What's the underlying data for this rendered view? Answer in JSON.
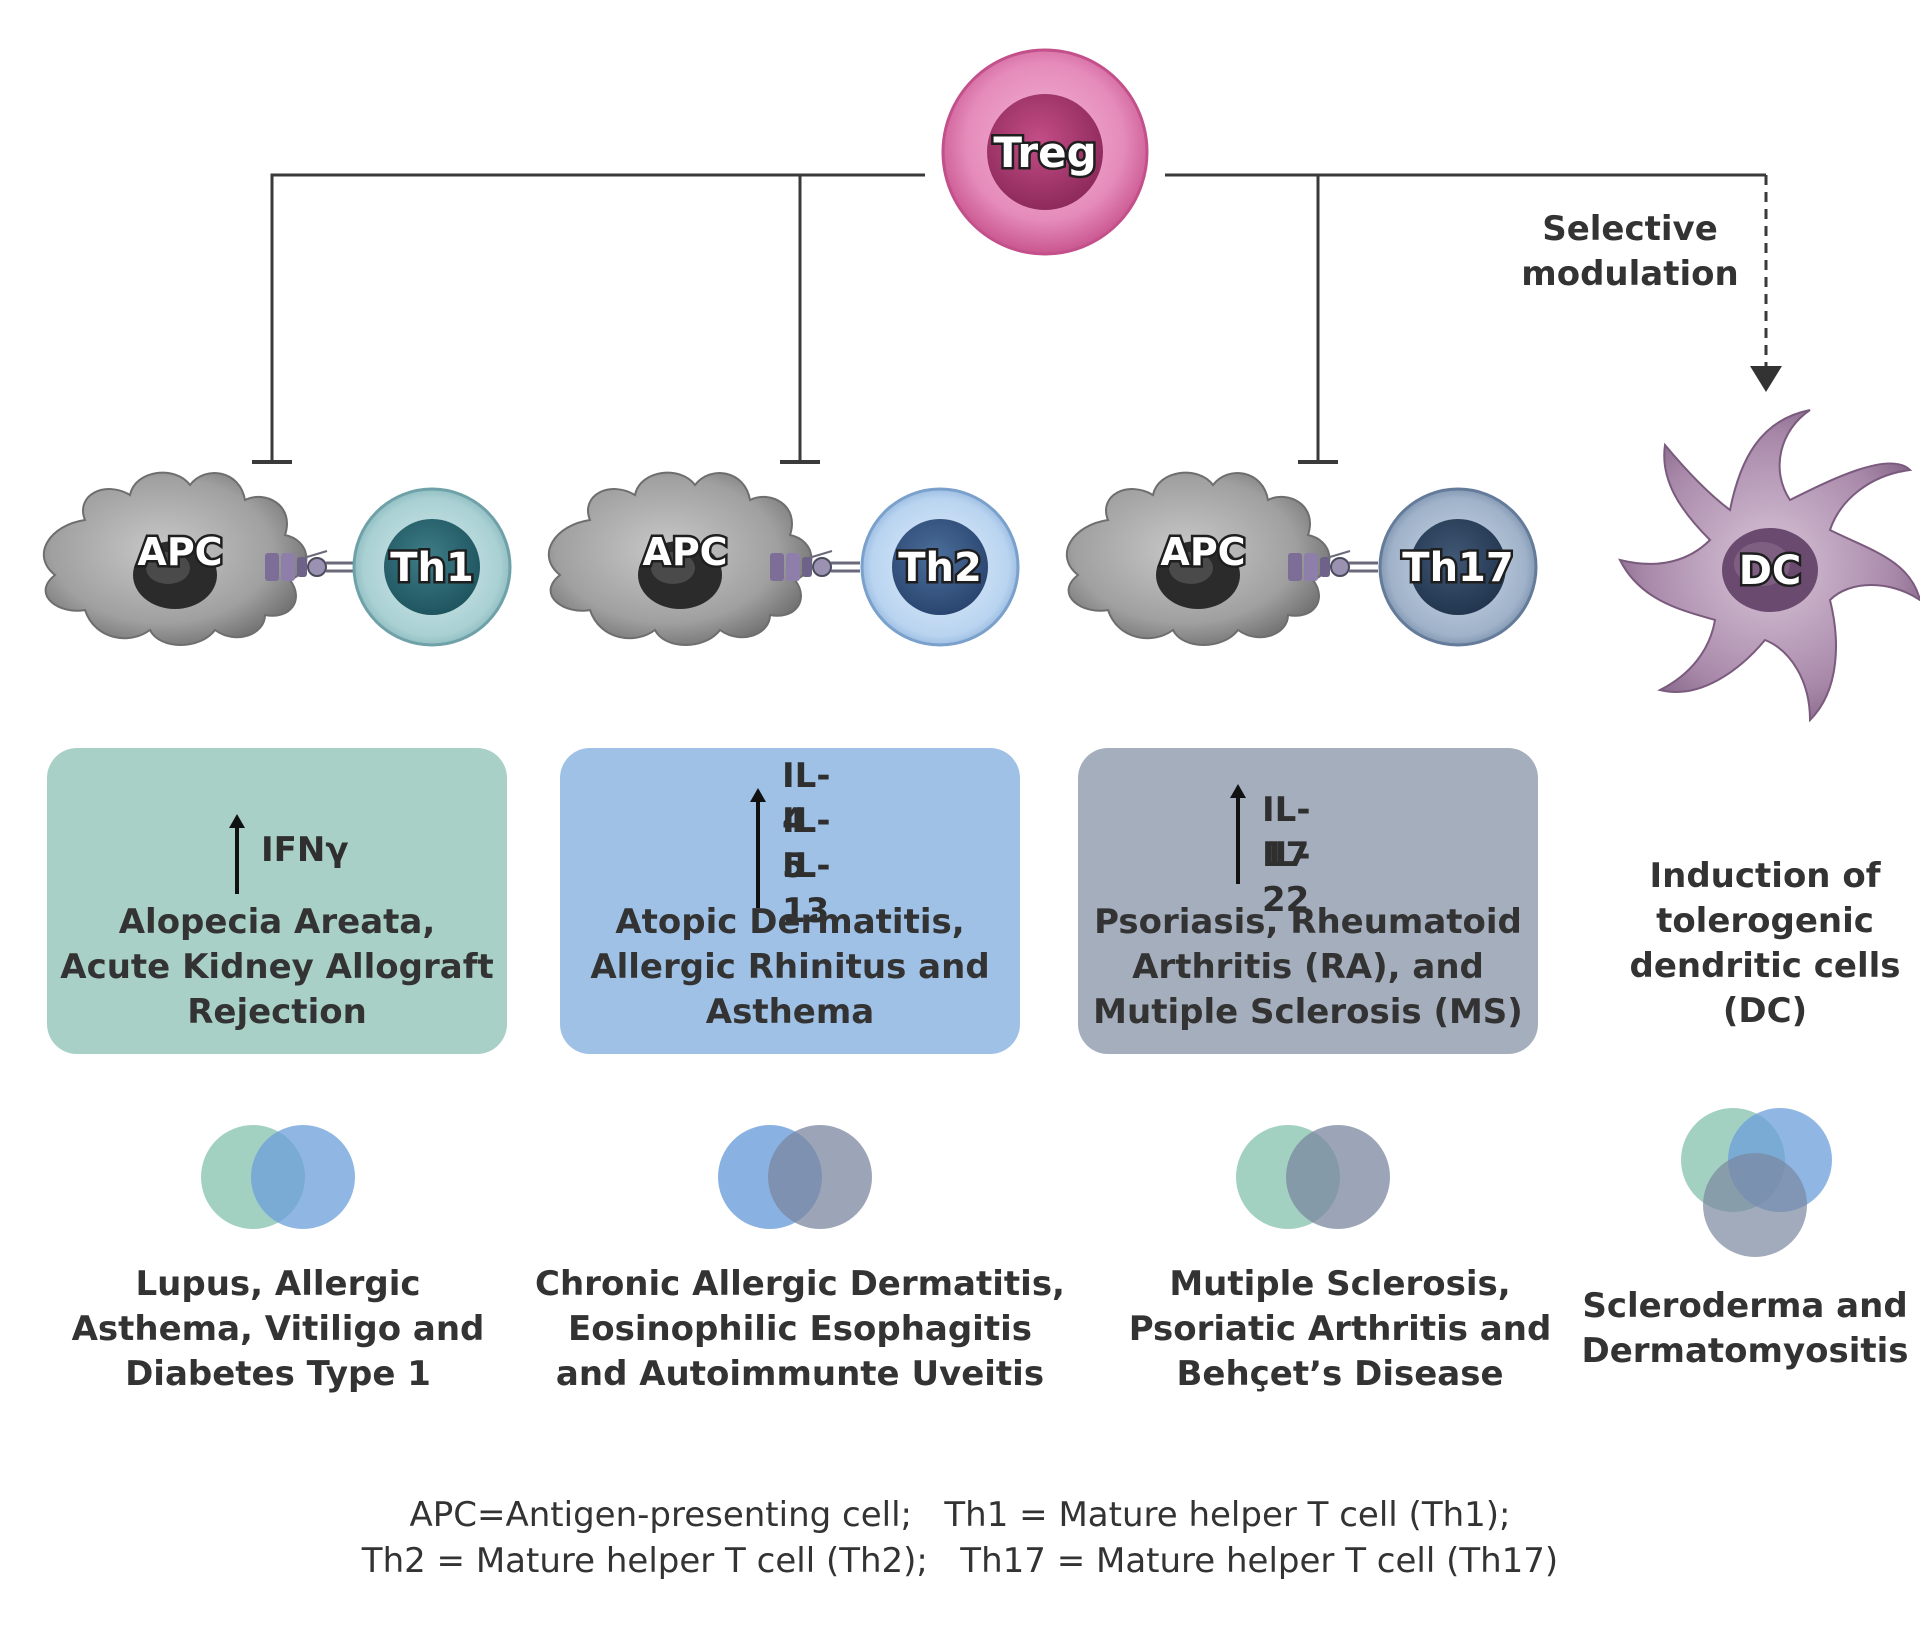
{
  "colors": {
    "th1_box": "#a9d0c6",
    "th2_box": "#9fc1e6",
    "th17_box": "#a4aebd",
    "treg": "#d96aa6",
    "teal_circle": "#8cc6b2",
    "blue_circle": "#6b9edb",
    "slate_circle": "#7b879f",
    "dc": "#9a7b9c",
    "apc": "#8f8f8f"
  },
  "cells": {
    "treg": "Treg",
    "apc": "APC",
    "th1": "Th1",
    "th2": "Th2",
    "th17": "Th17",
    "dc": "DC"
  },
  "selective_modulation": [
    "Selective",
    "modulation"
  ],
  "boxes": [
    {
      "cytokines": [
        "IFNγ"
      ],
      "disease": [
        "Alopecia Areata,",
        "Acute Kidney Allograft",
        "Rejection"
      ]
    },
    {
      "cytokines": [
        "IL-4",
        "IL-5",
        "IL-13"
      ],
      "disease": [
        "Atopic Dermatitis,",
        "Allergic Rhinitus and",
        "Asthema"
      ]
    },
    {
      "cytokines": [
        "IL-17",
        "IL-22"
      ],
      "disease": [
        "Psoriasis, Rheumatoid",
        "Arthritis (RA), and",
        "Mutiple Sclerosis (MS)"
      ]
    }
  ],
  "dc_outcome": [
    "Induction of",
    "tolerogenic",
    "dendritic cells",
    "(DC)"
  ],
  "overlaps": [
    [
      "Lupus, Allergic",
      "Asthema, Vitiligo and",
      "Diabetes Type 1"
    ],
    [
      "Chronic Allergic Dermatitis,",
      "Eosinophilic Esophagitis",
      "and Autoimmunte Uveitis"
    ],
    [
      "Mutiple Sclerosis,",
      "Psoriatic Arthritis and",
      "Behçet’s Disease"
    ],
    [
      "Scleroderma and",
      "Dermatomyositis"
    ]
  ],
  "footnote": [
    "APC=Antigen-presenting cell;   Th1 = Mature helper T cell (Th1);",
    "Th2 = Mature helper T cell (Th2);   Th17 = Mature helper T cell (Th17)"
  ]
}
